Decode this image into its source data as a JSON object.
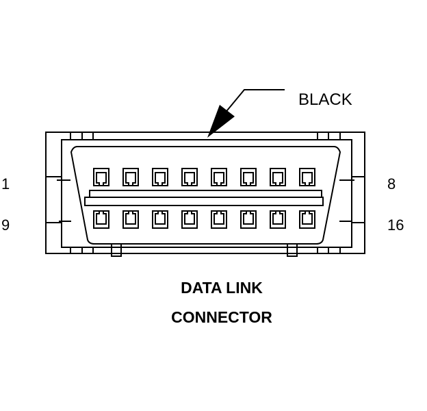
{
  "callout": {
    "label": "BLACK"
  },
  "pins": {
    "top_left": "1",
    "top_right": "8",
    "bottom_left": "9",
    "bottom_right": "16"
  },
  "title": {
    "line1": "DATA LINK",
    "line2": "CONNECTOR"
  },
  "counts": {
    "pins_per_row": 8,
    "rows": 2
  },
  "colors": {
    "line": "#000000",
    "background": "#ffffff"
  }
}
